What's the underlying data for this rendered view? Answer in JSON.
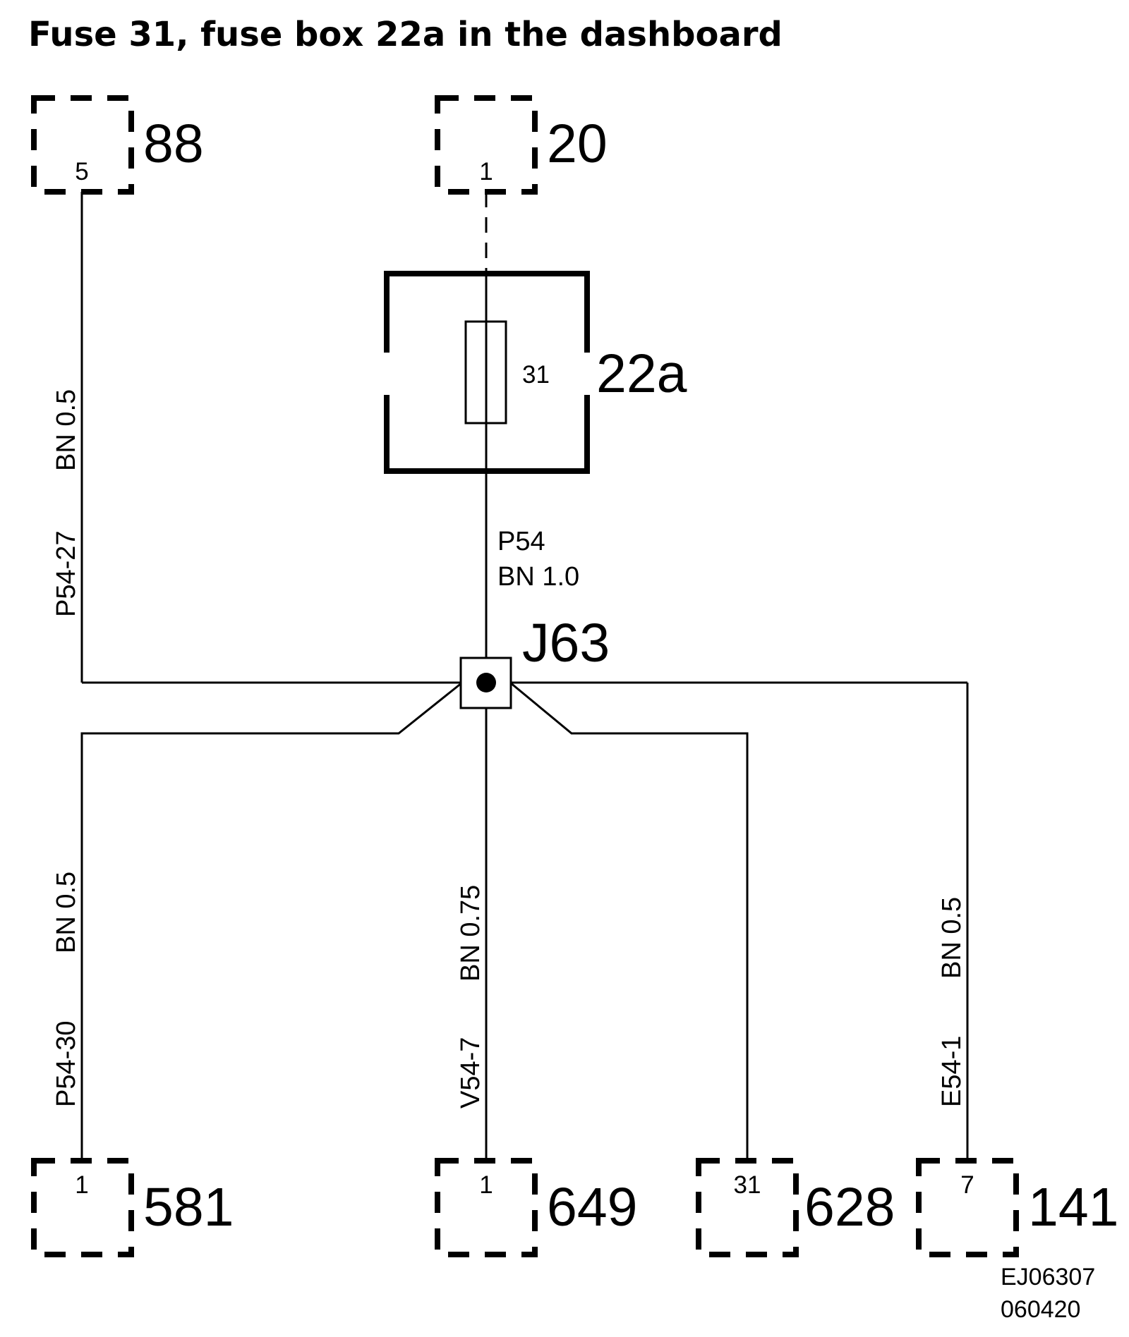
{
  "title": "Fuse 31, fuse box 22a in the dashboard",
  "components": {
    "c88": {
      "id": "88",
      "pin": "5"
    },
    "c20": {
      "id": "20",
      "pin": "1"
    },
    "c581": {
      "id": "581",
      "pin": "1"
    },
    "c649": {
      "id": "649",
      "pin": "1"
    },
    "c628": {
      "id": "628",
      "pin": "31"
    },
    "c141": {
      "id": "141",
      "pin": "7"
    }
  },
  "fusebox": {
    "id": "22a",
    "fuse": "31"
  },
  "junction": {
    "id": "J63"
  },
  "wires": {
    "w88": {
      "circuit": "P54-27",
      "spec": "BN  0.5"
    },
    "wfuse": {
      "circuit": "P54",
      "spec": "BN  1.0"
    },
    "w581": {
      "circuit": "P54-30",
      "spec": "BN  0.5"
    },
    "w649": {
      "circuit": "V54-7",
      "spec": "BN  0.75"
    },
    "w141": {
      "circuit": "E54-1",
      "spec": "BN  0.5"
    }
  },
  "reference": {
    "code": "EJ06307",
    "date": "060420"
  }
}
